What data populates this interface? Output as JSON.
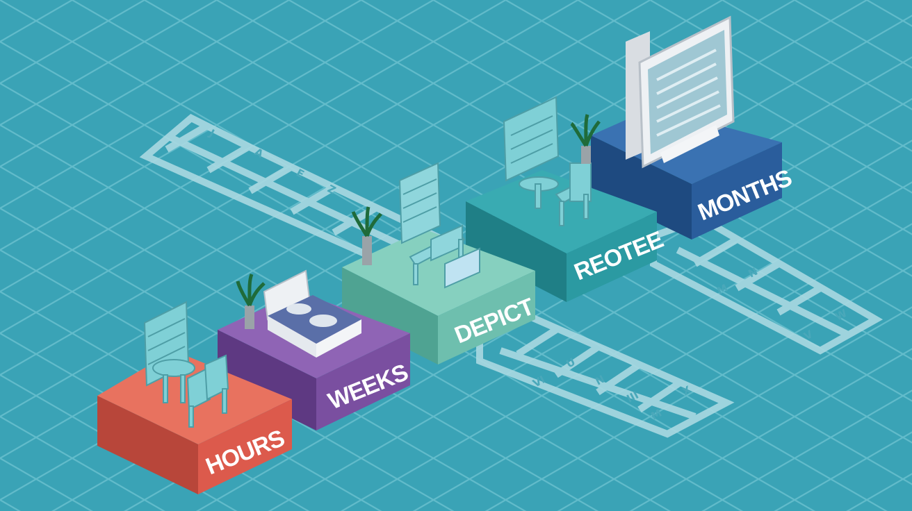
{
  "palette": {
    "floor": "#3aa3b6",
    "grid_line": "#63bccb",
    "track": "#a9d9e2",
    "hours": "#dc5a4c",
    "weeks": "#7a4fa0",
    "depict": "#6ebfae",
    "reotee": "#2b9aa2",
    "months": "#2a5d9c",
    "furniture": "#7fd0d6"
  },
  "blocks": [
    {
      "id": "hours",
      "label": "HOURS",
      "color": "#dc5a4c",
      "prop": "table-chair-icon"
    },
    {
      "id": "weeks",
      "label": "WEEKS",
      "color": "#7a4fa0",
      "prop": "bed-icon"
    },
    {
      "id": "depict",
      "label": "DEPICT",
      "color": "#6ebfae",
      "prop": "bench-shelf-icon"
    },
    {
      "id": "reotee",
      "label": "REOTEE",
      "color": "#2b9aa2",
      "prop": "desk-shelf-icon"
    },
    {
      "id": "months",
      "label": "MONTHS",
      "color": "#2a5d9c",
      "prop": "monitor-icon"
    }
  ],
  "tracks": {
    "back": {
      "letters": [
        "J",
        "A",
        "E",
        "Z"
      ]
    },
    "front": {
      "letters": [
        "VI",
        "U",
        "N",
        "III",
        "X",
        "M"
      ]
    },
    "right": {
      "letters": [
        "M",
        "N",
        "V",
        "W"
      ]
    }
  }
}
